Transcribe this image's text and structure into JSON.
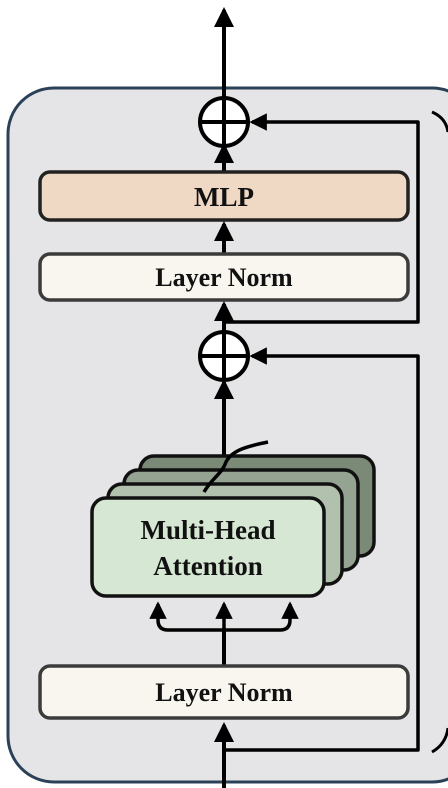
{
  "block": {
    "background_color": "#e5e5e7",
    "border_color": "#2b4157"
  },
  "mlp": {
    "label": "MLP",
    "fill_color": "#efd8c4"
  },
  "layer_norm_top": {
    "label": "Layer Norm",
    "fill_color": "#f9f6ef"
  },
  "layer_norm_bottom": {
    "label": "Layer Norm",
    "fill_color": "#f9f6ef"
  },
  "attention": {
    "label_line1": "Multi-Head",
    "label_line2": "Attention",
    "fill_color": "#d6e8d4",
    "head_colors": [
      "#7b8a76",
      "#95a492",
      "#b2c1ad"
    ]
  },
  "add_symbols": {
    "top": "add-circle-icon",
    "middle": "add-circle-icon"
  },
  "stroke_color": "#000000"
}
